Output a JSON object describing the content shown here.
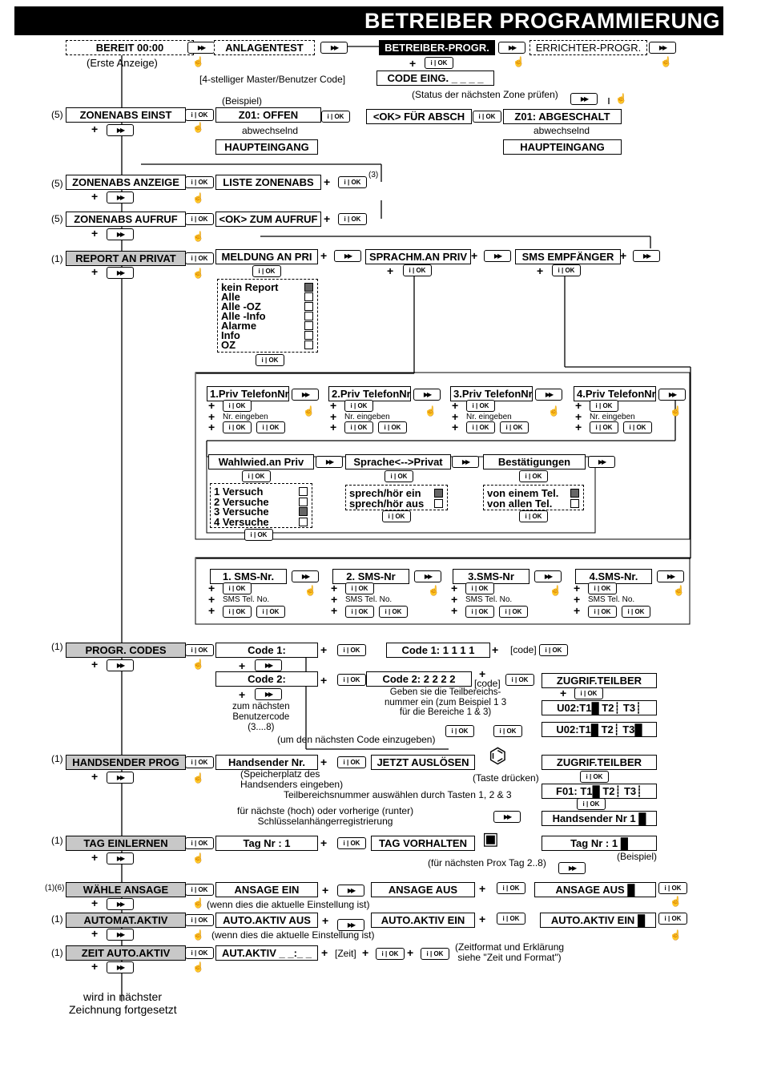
{
  "header": {
    "title": "BETREIBER PROGRAMMIERUNG"
  },
  "top": {
    "ready": "BEREIT 00:00",
    "first_display": "(Erste Anzeige)",
    "system_test": "ANLAGENTEST",
    "user_prog": "BETREIBER-PROGR.",
    "installer_prog": "ERRICHTER-PROGR.",
    "code_hint": "[4-stelliger Master/Benutzer Code]",
    "enter_code": "CODE EING.",
    "code_mask": "_ _ _ _"
  },
  "menu": {
    "zone_bypass": "ZONENABS EINST",
    "bypass_view": "ZONENABS ANZEIGE",
    "bypass_recall": "ZONENABS AUFRUF",
    "report_private": "REPORT AN PRIVAT",
    "prog_codes": "PROGR. CODES",
    "keyfob_prog": "HANDSENDER PROG",
    "tag_learn": "TAG EINLERNEN",
    "select_voice": "WÄHLE ANSAGE",
    "auto_arm": "AUTOMAT.AKTIV",
    "auto_arm_time": "ZEIT AUTO.AKTIV"
  },
  "refs": {
    "r5": "(5)",
    "r1": "(1)",
    "r3": "(3)",
    "r16": "(1)(6)"
  },
  "bypass": {
    "next_zone_status": "(Status der nächsten Zone prüfen)",
    "example": "(Beispiel)",
    "zone_open": "Z01: OFFEN",
    "alternating": "abwechselnd",
    "entrance": "HAUPTEINGANG",
    "ok_to_bypass": "<OK> FÜR ABSCH",
    "zone_bypassed": "Z01: ABGESCHALT",
    "bypass_list": "LISTE ZONENABS",
    "ok_to_recall": "<OK> ZUM AUFRUF"
  },
  "report": {
    "msg_private": "MELDUNG AN PRI",
    "voice_private": "SPRACHM.AN PRIV",
    "sms_recipient": "SMS EMPFÄNGER",
    "options": [
      {
        "label": "kein Report",
        "on": true
      },
      {
        "label": "Alle",
        "on": false
      },
      {
        "label": "Alle -OZ",
        "on": false
      },
      {
        "label": "Alle -Info",
        "on": false
      },
      {
        "label": "Alarme",
        "on": false
      },
      {
        "label": "Info",
        "on": false
      },
      {
        "label": "OZ",
        "on": false
      }
    ],
    "phones": [
      "1.Priv TelefonNr",
      "2.Priv TelefonNr",
      "3.Priv TelefonNr",
      "4.Priv TelefonNr"
    ],
    "enter_no": "Nr. eingeben",
    "redial": "Wahlwied.an Priv",
    "two_way": "Sprache<-->Privat",
    "ack": "Bestätigungen",
    "redial_options": [
      {
        "label": "1 Versuch",
        "on": false
      },
      {
        "label": "2 Versuche",
        "on": false
      },
      {
        "label": "3 Versuche",
        "on": true
      },
      {
        "label": "4 Versuche",
        "on": false
      }
    ],
    "two_way_options": [
      {
        "label": "sprech/hör ein",
        "on": true
      },
      {
        "label": "sprech/hör aus",
        "on": false
      }
    ],
    "ack_options": [
      {
        "label": "von einem Tel.",
        "on": true
      },
      {
        "label": "von allen Tel.",
        "on": false
      }
    ],
    "sms": [
      "1. SMS-Nr.",
      "2. SMS-Nr",
      "3.SMS-Nr",
      "4.SMS-Nr."
    ],
    "sms_tel": "SMS Tel. No."
  },
  "codes": {
    "code1": "Code 1:",
    "code1_val": "Code 1:  1 1 1 1",
    "code_tag": "[code]",
    "code2": "Code 2:",
    "code2_val": "Code 2:  2 2 2 2",
    "partition_access": "ZUGRIF.TEILBER",
    "partition_hint": "Geben sie die Teilbereichs-\nnummer ein (zum Beispiel 1 3\nfür die Bereiche 1 & 3)",
    "next_user": "zum nächsten\nBenutzercode\n(3....8)",
    "next_code": "(um den nächsten Code einzugeben)",
    "u02_label": "U02:T1",
    "t2": "T2",
    "t3": "T3"
  },
  "keyfob": {
    "fob_no": "Handsender Nr.",
    "fob_slot": "(Speicherplatz des\nHandsenders eingeben)",
    "trigger_now": "JETZT AUSLÖSEN",
    "press_key": "(Taste drücken)",
    "partition_access": "ZUGRIF.TEILBER",
    "select_partitions": "Teilbereichsnummer auswählen durch Tasten 1, 2 & 3",
    "f01_label": "F01: T1",
    "t2": "T2",
    "t3": "T3",
    "next_prev": "für nächste (hoch) oder vorherige (runter)\nSchlüsselanhängerregistrierung",
    "fob_result": "Handsender Nr 1"
  },
  "tag": {
    "tag_no": "Tag Nr   : 1",
    "hold_tag": "TAG VORHALTEN",
    "tag_result": "Tag  Nr   :   1",
    "next_tag": "(für nächsten  Prox Tag 2..8)",
    "example": "(Beispiel)"
  },
  "voice": {
    "voice_on": "ANSAGE EIN",
    "voice_off": "ANSAGE AUS",
    "voice_off2": "ANSAGE AUS",
    "if_current": "(wenn dies die aktuelle Einstellung ist)"
  },
  "autoarm": {
    "off": "AUTO.AKTIV AUS",
    "on": "AUTO.AKTIV EIN",
    "on2": "AUTO.AKTIV EIN",
    "if_current": "(wenn dies die aktuelle Einstellung ist)"
  },
  "autotime": {
    "value": "AUT.AKTIV _ _:_ _",
    "time_tag": "[Zeit]",
    "format_note": "(Zeitformat und Erklärung\nsiehe \"Zeit und Format\")"
  },
  "footer": {
    "continued": "wird in nächster\nZeichnung fortgesetzt"
  }
}
